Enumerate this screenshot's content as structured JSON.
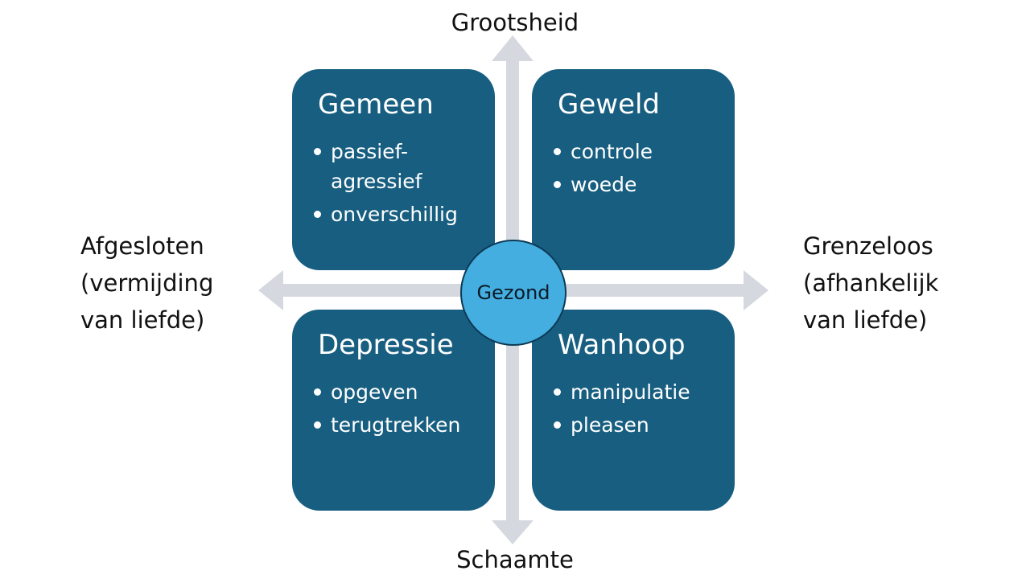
{
  "axes": {
    "top": "Grootsheid",
    "bottom": "Schaamte",
    "left": [
      "Afgesloten",
      "(vermijding",
      "van liefde)"
    ],
    "right": [
      "Grenzeloos",
      "(afhankelijk",
      "van liefde)"
    ]
  },
  "quadrants": {
    "top_left": {
      "title": "Gemeen",
      "items": [
        "passief-agressief",
        "onverschillig"
      ]
    },
    "top_right": {
      "title": "Geweld",
      "items": [
        "controle",
        "woede"
      ]
    },
    "bottom_left": {
      "title": "Depressie",
      "items": [
        "opgeven",
        "terugtrekken"
      ]
    },
    "bottom_right": {
      "title": "Wanhoop",
      "items": [
        "manipulatie",
        "pleasen"
      ]
    }
  },
  "center": "Gezond",
  "colors": {
    "quadrant": "#175e80",
    "center": "#45aee0",
    "axis": "#d5d9df",
    "text": "#111111"
  }
}
